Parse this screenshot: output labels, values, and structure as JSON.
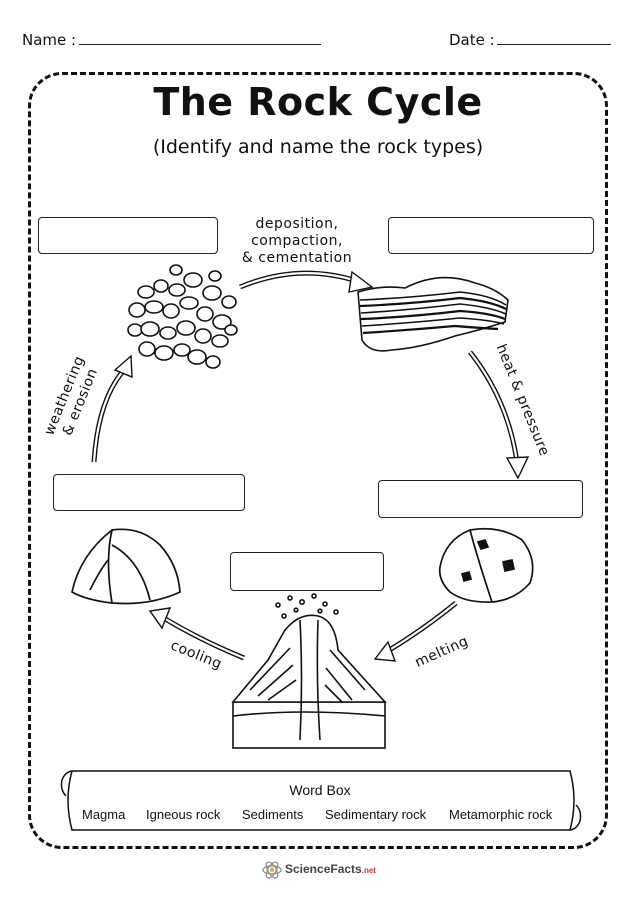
{
  "header": {
    "name_label": "Name :",
    "date_label": "Date :"
  },
  "title": "The Rock Cycle",
  "subtitle": "(Identify and name the rock types)",
  "processes": {
    "deposition_lines": [
      "deposition,",
      "compaction,",
      "& cementation"
    ],
    "heat_pressure": "heat & pressure",
    "weathering_lines": [
      "weathering",
      "& erosion"
    ],
    "cooling": "cooling",
    "melting": "melting"
  },
  "word_box": {
    "title": "Word Box",
    "words": [
      "Magma",
      "Igneous rock",
      "Sediments",
      "Sedimentary rock",
      "Metamorphic rock"
    ]
  },
  "footer": {
    "logo_text": "ScienceFacts",
    "logo_suffix": ".net"
  }
}
